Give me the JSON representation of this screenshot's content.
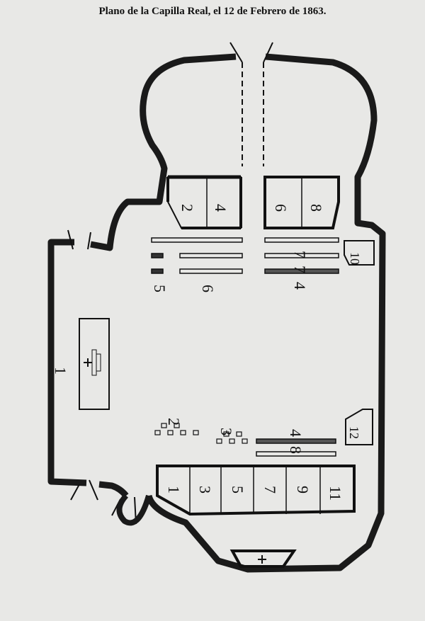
{
  "title": "Plano de la Capilla Real, el 12 de Febrero de 1863.",
  "labels": {
    "altar": "1",
    "upper_left_a": "2",
    "upper_left_b": "4",
    "upper_right_a": "6",
    "upper_right_b": "8",
    "mid_left_small": "5",
    "mid_center": "6",
    "mid_right_a": "7",
    "mid_right_b": "7",
    "mid_right_c": "4",
    "box_10": "10",
    "low_small_a": "2",
    "low_small_b": "3",
    "low_right_a": "4",
    "low_right_b": "8",
    "box_12": "12",
    "bottom_1": "1",
    "bottom_3": "3",
    "bottom_5": "5",
    "bottom_7": "7",
    "bottom_9": "9",
    "bottom_11": "11"
  }
}
